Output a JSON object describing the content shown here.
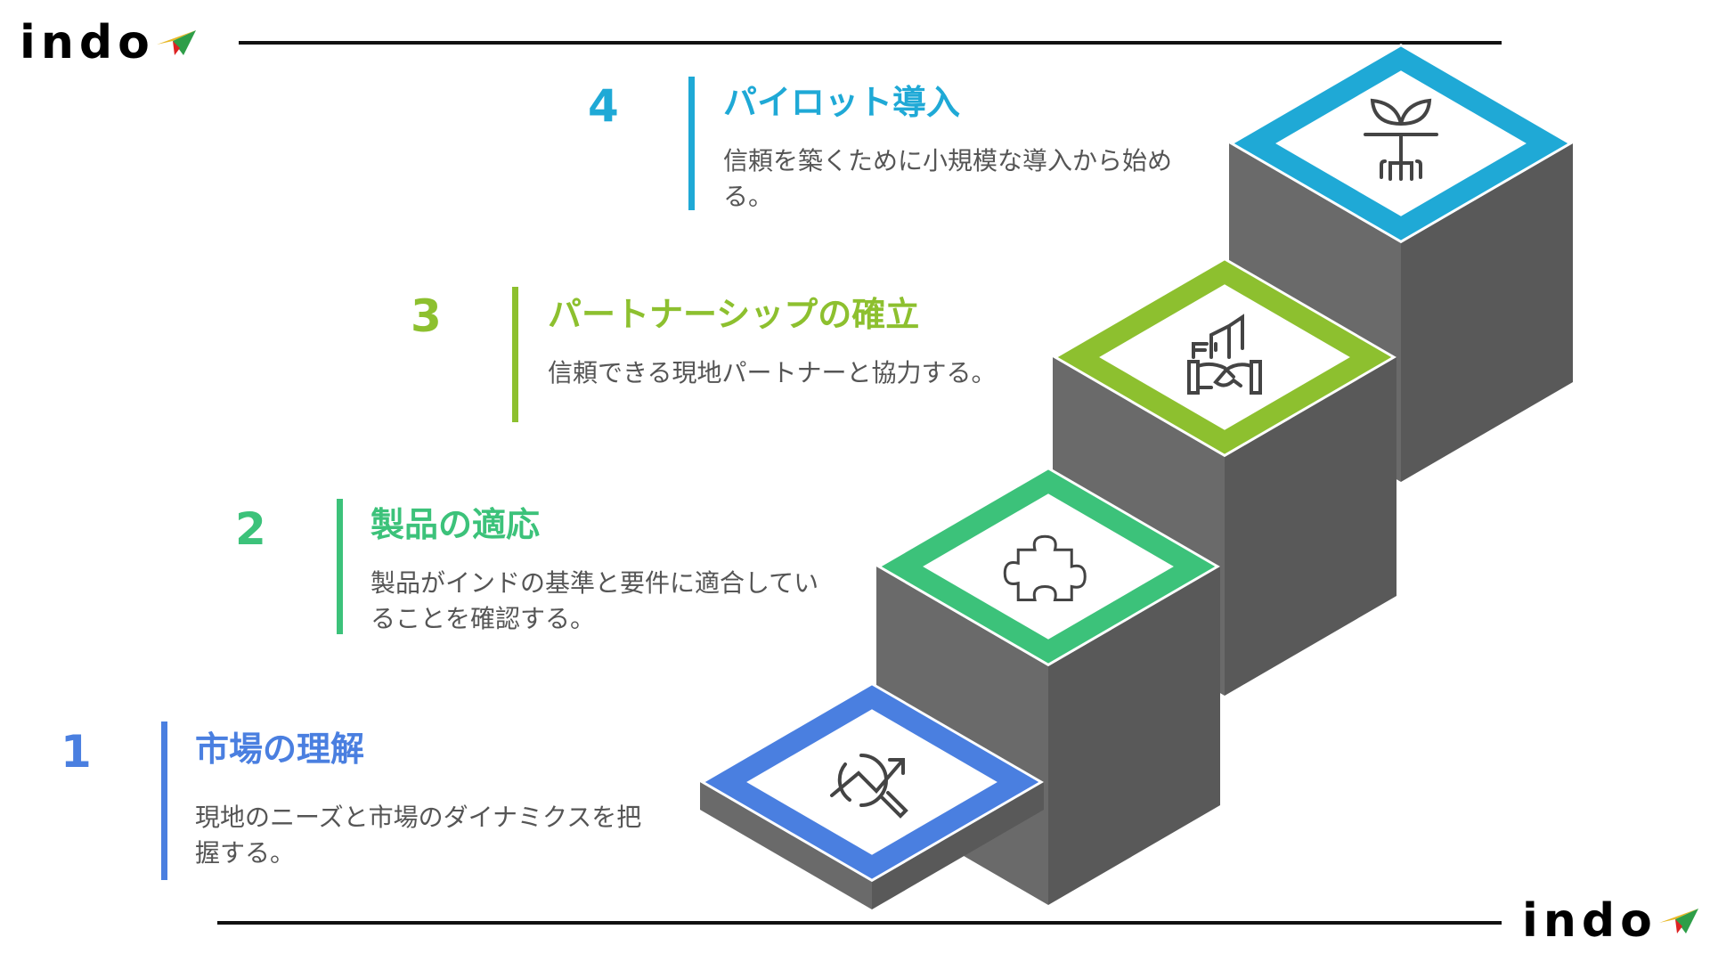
{
  "logo": {
    "text": "indo"
  },
  "steps": [
    {
      "number": "1",
      "title": "市場の理解",
      "description": "現地のニーズと市場のダイナミクスを把握する。",
      "color": "#4a7fe0",
      "icon": "growth-analysis-icon"
    },
    {
      "number": "2",
      "title": "製品の適応",
      "description": "製品がインドの基準と要件に適合していることを確認する。",
      "color": "#3cc27a",
      "icon": "puzzle-icon"
    },
    {
      "number": "3",
      "title": "パートナーシップの確立",
      "description": "信頼できる現地パートナーと協力する。",
      "color": "#8dc02f",
      "icon": "handshake-icon"
    },
    {
      "number": "4",
      "title": "パイロット導入",
      "description": "信頼を築くために小規模な導入から始める。",
      "color": "#1fa9d6",
      "icon": "sprout-icon"
    }
  ]
}
